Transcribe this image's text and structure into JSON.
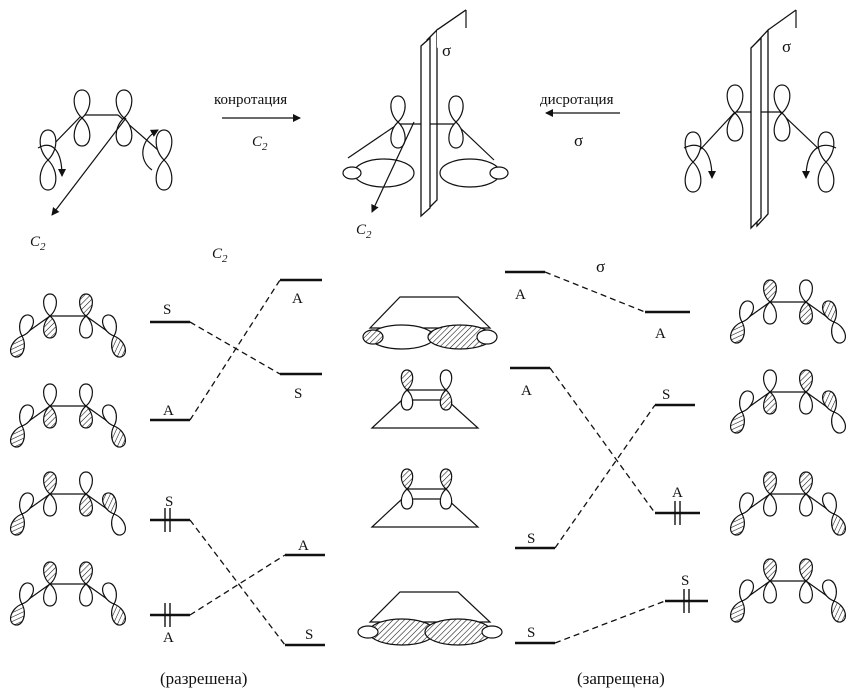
{
  "top": {
    "conrotation_label": "конротация",
    "conrotation_symbol": "C",
    "conrotation_sub": "2",
    "disrotation_label": "дисротация",
    "disrotation_symbol": "σ",
    "axis_left": "C",
    "axis_left_sub": "2",
    "axis_mid": "C",
    "axis_mid_sub": "2",
    "plane_mid": "σ",
    "plane_right": "σ"
  },
  "correlation": {
    "header_left": "C",
    "header_left_sub": "2",
    "header_right": "σ",
    "left_levels": [
      "S",
      "A",
      "S",
      "A"
    ],
    "mid_left_levels": [
      "A",
      "S",
      "A",
      "S"
    ],
    "mid_right_levels": [
      "A",
      "A",
      "S",
      "S"
    ],
    "right_levels": [
      "A",
      "S",
      "A",
      "S"
    ],
    "caption_left": "(разрешена)",
    "caption_right": "(запрещена)"
  }
}
